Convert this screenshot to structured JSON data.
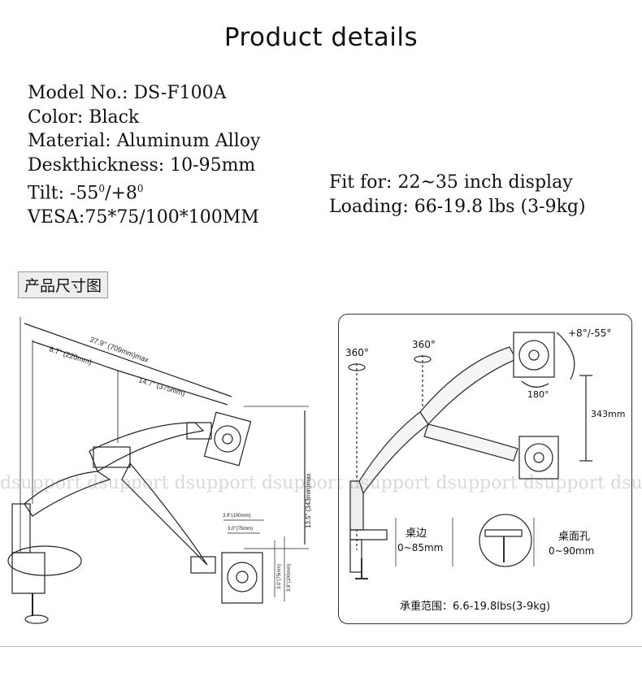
{
  "title": "Product details",
  "specs_left": {
    "model": "Model No.: DS-F100A",
    "color": "Color: Black",
    "material": "Material: Aluminum Alloy",
    "desk": "Deskthickness: 10-95mm",
    "tilt_prefix": "Tilt: -55",
    "tilt_sup1": "0",
    "tilt_mid": "/+8",
    "tilt_sup2": "0",
    "vesa": "VESA:75*75/100*100MM"
  },
  "specs_right": {
    "fit": "Fit for: 22~35 inch display",
    "loading": "Loading: 66-19.8 lbs (3-9kg)"
  },
  "cn_label": "产品尺寸图",
  "left_diagram": {
    "dim_total": "27.9\" (709mm)max",
    "dim_short": "8.7\" (220mm)",
    "dim_mid": "14.7\" (375mm)",
    "dim_height": "13.5\" (343mm)max",
    "vesa_100": "3.9\"(100mm)",
    "vesa_75": "3.0\"(75mm)",
    "vesa_75v": "3.0\"(75mm)",
    "vesa_100v": "3.9\"(100mm)"
  },
  "right_panel": {
    "rot1": "360°",
    "rot2": "360°",
    "tilt": "+8°/-55°",
    "rot3": "180°",
    "height": "343mm",
    "edge_label": "桌边",
    "edge_range": "0~85mm",
    "hole_label": "桌面孔",
    "hole_range": "0~90mm",
    "load": "承重范围：6.6-19.8lbs(3-9kg)"
  },
  "watermark": "dsupport dsupport dsupport dsupport dsupport dsupport dsupport dsupport"
}
